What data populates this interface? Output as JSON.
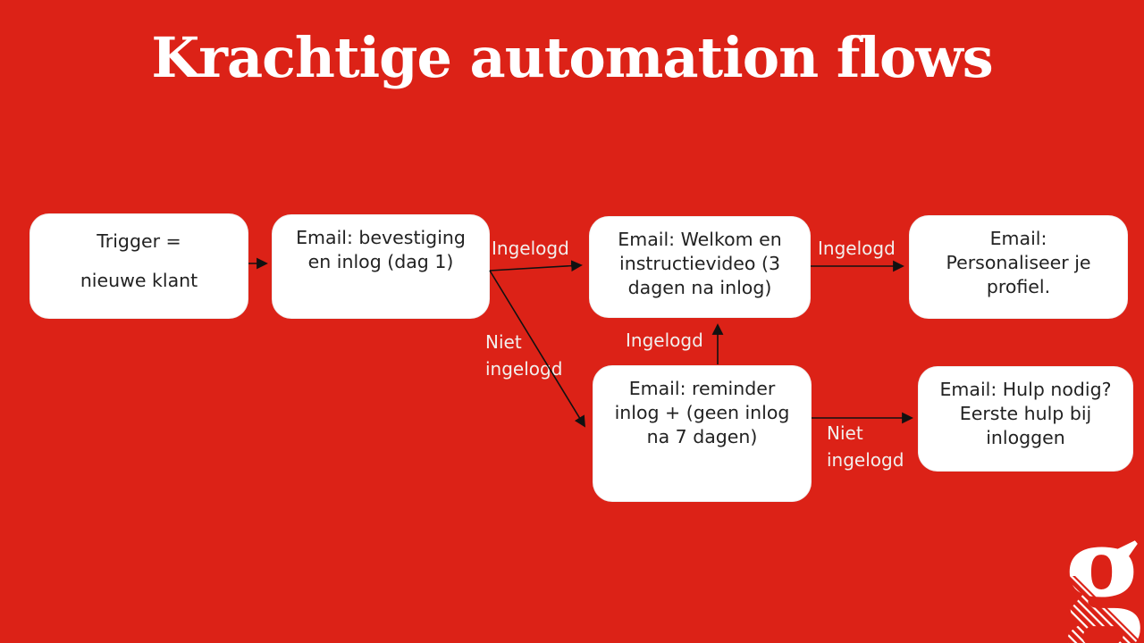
{
  "slide": {
    "title": "Krachtige automation flows",
    "background_color": "#dc2217",
    "box_color": "#ffffff",
    "box_text_color": "#222222",
    "label_text_color": "#f2efed",
    "arrow_color": "#111111"
  },
  "flow": {
    "nodes": [
      {
        "id": "trigger",
        "lines": [
          "Trigger =",
          "nieuwe klant"
        ]
      },
      {
        "id": "bevestiging",
        "lines": [
          "Email: bevestiging",
          "en inlog (dag 1)"
        ]
      },
      {
        "id": "welkom",
        "lines": [
          "Email: Welkom en",
          "instructievideo (3",
          "dagen na inlog)"
        ]
      },
      {
        "id": "personaliseer",
        "lines": [
          "Email:",
          "Personaliseer je",
          "profiel."
        ]
      },
      {
        "id": "reminder",
        "lines": [
          "Email: reminder",
          "inlog + (geen inlog",
          "na 7 dagen)"
        ]
      },
      {
        "id": "hulp",
        "lines": [
          "Email: Hulp nodig?",
          "Eerste hulp bij",
          "inloggen"
        ]
      }
    ],
    "edges": [
      {
        "from": "trigger",
        "to": "bevestiging",
        "label": ""
      },
      {
        "from": "bevestiging",
        "to": "welkom",
        "label": "Ingelogd"
      },
      {
        "from": "bevestiging",
        "to": "reminder",
        "label": "Niet ingelogd"
      },
      {
        "from": "reminder",
        "to": "welkom",
        "label": "Ingelogd"
      },
      {
        "from": "welkom",
        "to": "personaliseer",
        "label": "Ingelogd"
      },
      {
        "from": "reminder",
        "to": "hulp",
        "label": "Niet ingelogd"
      }
    ],
    "edge_labels": [
      {
        "id": "ingelogd-1",
        "lines": [
          "Ingelogd"
        ]
      },
      {
        "id": "niet-ingelogd-1",
        "lines": [
          "Niet",
          "ingelogd"
        ]
      },
      {
        "id": "ingelogd-2",
        "lines": [
          "Ingelogd"
        ]
      },
      {
        "id": "ingelogd-3",
        "lines": [
          "Ingelogd"
        ]
      },
      {
        "id": "niet-ingelogd-2",
        "lines": [
          "Niet",
          "ingelogd"
        ]
      }
    ]
  },
  "logo": {
    "letter": "g"
  }
}
